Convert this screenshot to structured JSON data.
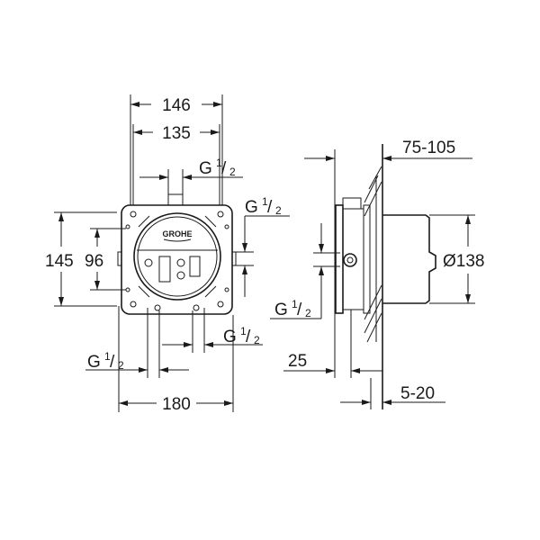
{
  "drawing": {
    "brand_logo": "GROHE",
    "front_view": {
      "width_outer": "146",
      "width_inner": "135",
      "height_outer": "145",
      "height_inner": "96",
      "width_bottom": "180",
      "thread_top": {
        "g": "G",
        "num": "1",
        "den": "2"
      },
      "thread_side": {
        "g": "G",
        "num": "1",
        "den": "2"
      },
      "thread_bottom_left": {
        "g": "G",
        "num": "1",
        "den": "2"
      },
      "thread_bottom_right": {
        "g": "G",
        "num": "1",
        "den": "2"
      }
    },
    "side_view": {
      "install_depth": "75-105",
      "diameter": "Ø138",
      "frame_depth": "25",
      "wall_range": "5-20",
      "thread": {
        "g": "G",
        "num": "1",
        "den": "2"
      }
    }
  }
}
